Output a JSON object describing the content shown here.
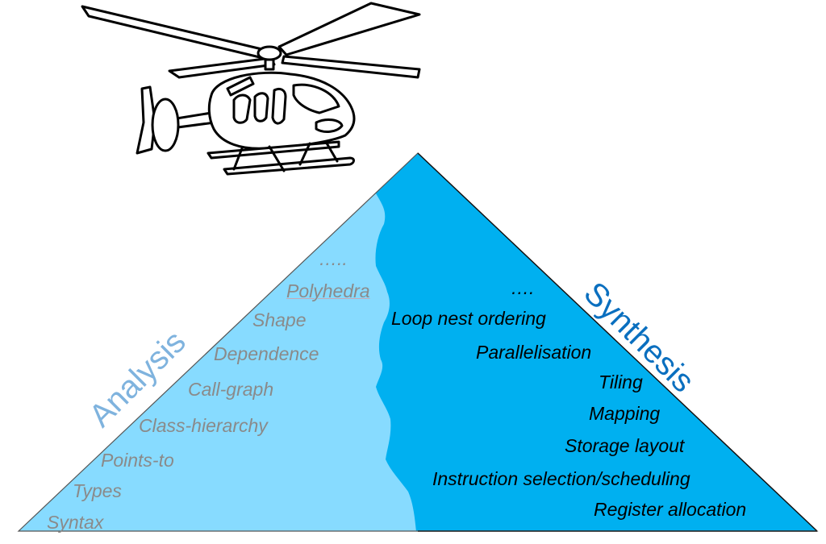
{
  "diagram": {
    "title_left": "Analysis",
    "title_right": "Synthesis",
    "colors": {
      "analysis_fill": "#87dbff",
      "synthesis_fill": "#00b0f0",
      "analysis_title": "#7fb3de",
      "synthesis_title": "#0a6fbf",
      "analysis_text": "#8a8a8a",
      "synthesis_text": "#000000",
      "outline": "#222222"
    },
    "analysis_items": [
      "…..",
      "Polyhedra",
      "Shape",
      "Dependence",
      "Call-graph",
      "Class-hierarchy",
      "Points-to",
      "Types",
      "Syntax"
    ],
    "synthesis_items": [
      "….",
      "Loop nest ordering",
      "Parallelisation",
      "Tiling",
      "Mapping",
      "Storage layout",
      "Instruction selection/scheduling",
      "Register allocation"
    ],
    "illustration": "helicopter-line-drawing"
  }
}
